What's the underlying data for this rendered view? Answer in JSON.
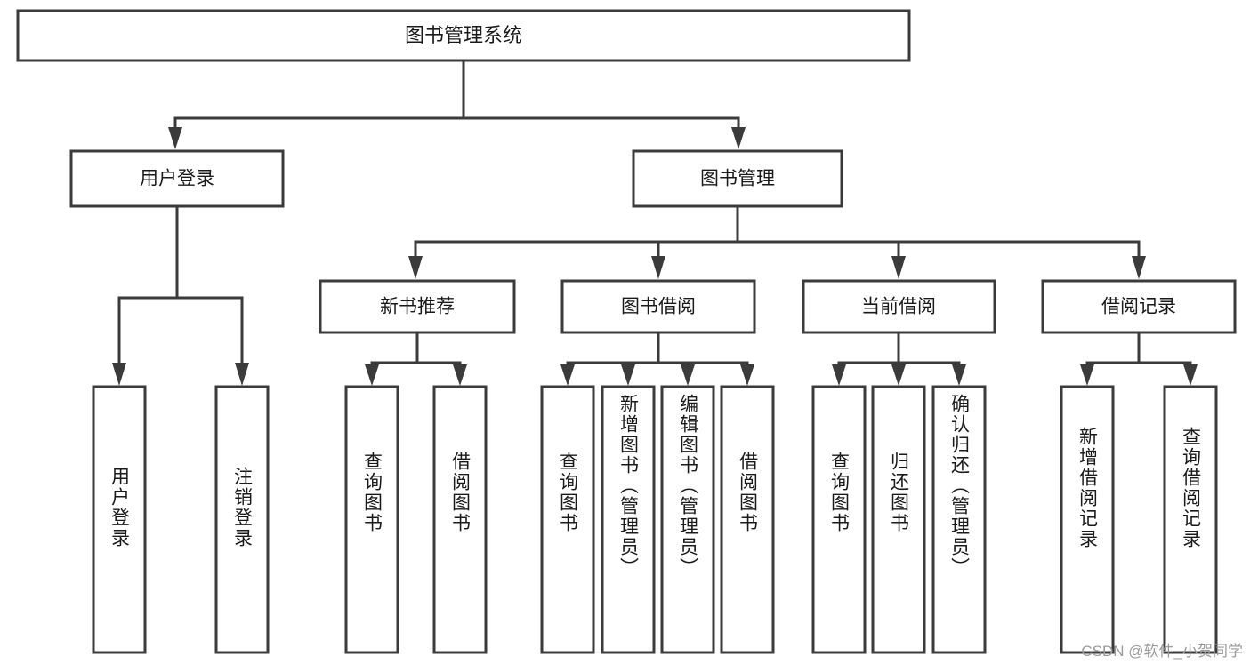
{
  "diagram": {
    "type": "tree",
    "title_node": {
      "label": "图书管理系统"
    },
    "level2": [
      {
        "id": "user-login",
        "label": "用户登录"
      },
      {
        "id": "book-manage",
        "label": "图书管理"
      }
    ],
    "level3": [
      {
        "id": "new-book-rec",
        "label": "新书推荐"
      },
      {
        "id": "book-borrow",
        "label": "图书借阅"
      },
      {
        "id": "current-borrow",
        "label": "当前借阅"
      },
      {
        "id": "borrow-record",
        "label": "借阅记录"
      }
    ],
    "leaves": [
      {
        "id": "leaf-1",
        "label": "用户登录",
        "parent": "user-login"
      },
      {
        "id": "leaf-2",
        "label": "注销登录",
        "parent": "user-login"
      },
      {
        "id": "leaf-3",
        "label": "查询图书",
        "parent": "new-book-rec"
      },
      {
        "id": "leaf-4",
        "label": "借阅图书",
        "parent": "new-book-rec"
      },
      {
        "id": "leaf-5",
        "label": "查询图书",
        "parent": "book-borrow"
      },
      {
        "id": "leaf-6",
        "label": "新增图书（管理员）",
        "parent": "book-borrow"
      },
      {
        "id": "leaf-7",
        "label": "编辑图书（管理员）",
        "parent": "book-borrow"
      },
      {
        "id": "leaf-8",
        "label": "借阅图书",
        "parent": "book-borrow"
      },
      {
        "id": "leaf-9",
        "label": "查询图书",
        "parent": "current-borrow"
      },
      {
        "id": "leaf-10",
        "label": "归还图书",
        "parent": "current-borrow"
      },
      {
        "id": "leaf-11",
        "label": "确认归还（管理员）",
        "parent": "current-borrow"
      },
      {
        "id": "leaf-12",
        "label": "新增借阅记录",
        "parent": "borrow-record"
      },
      {
        "id": "leaf-13",
        "label": "查询借阅记录",
        "parent": "borrow-record"
      }
    ],
    "colors": {
      "box_fill": "#ffffff",
      "box_stroke": "#3b3b3b",
      "text": "#1a1a1a",
      "background": "#ffffff",
      "watermark": "#9a9a9a"
    }
  },
  "watermark": {
    "text": "CSDN @软件_小贺同学"
  }
}
